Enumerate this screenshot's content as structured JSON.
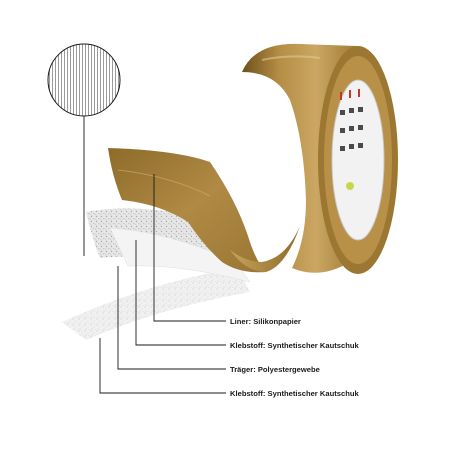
{
  "layers": [
    {
      "id": "liner",
      "label": "Liner: Silikonpapier"
    },
    {
      "id": "adhesive-top",
      "label": "Klebstoff: Synthetischer Kautschuk"
    },
    {
      "id": "carrier",
      "label": "Träger: Polyestergewebe"
    },
    {
      "id": "adhesive-bottom",
      "label": "Klebstoff: Synthetischer Kautschuk"
    }
  ],
  "colors": {
    "tape": "#a8833e",
    "tape_dark": "#7f5f22",
    "tape_light": "#c9a55e",
    "leader_line": "#1a1a1a",
    "fabric": "#d8d8d8",
    "adhesive": "#e6e6e6"
  }
}
